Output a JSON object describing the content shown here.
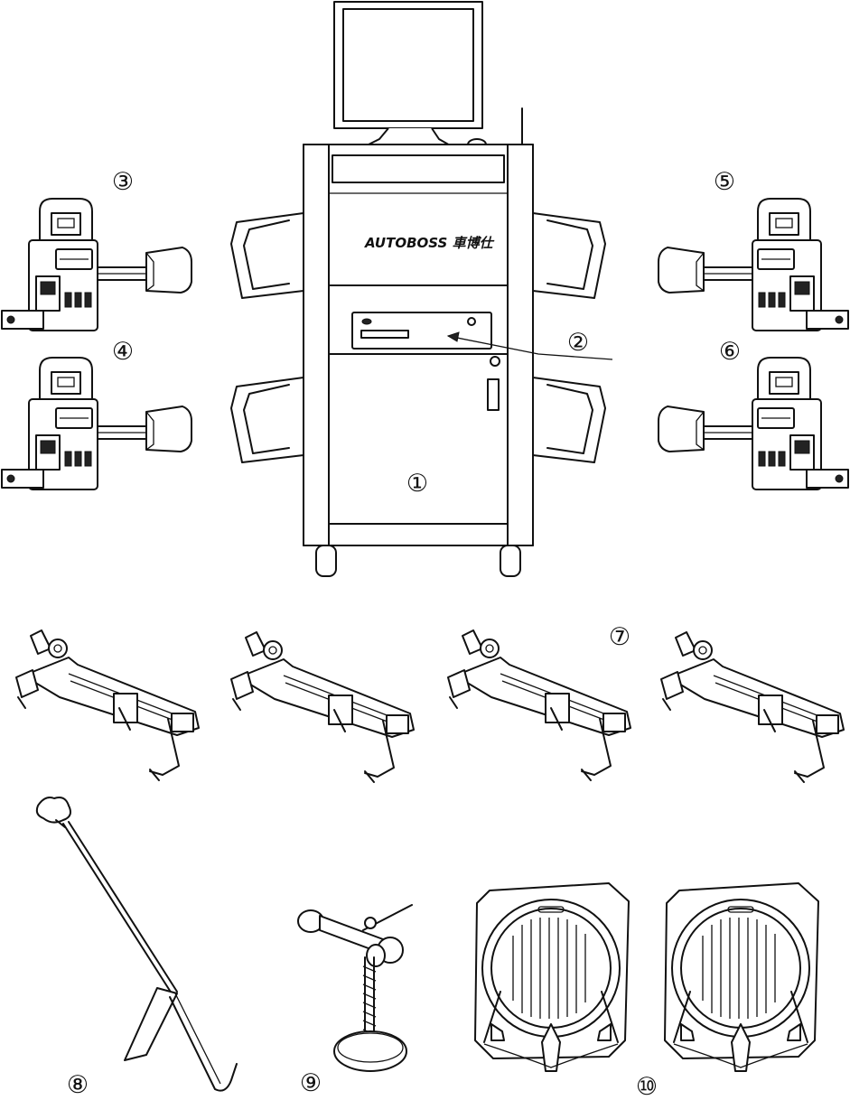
{
  "brand": {
    "name": "AUTOBOSS 車博仕"
  },
  "callouts": [
    {
      "id": "1",
      "label": "①",
      "part": "console-cabinet"
    },
    {
      "id": "2",
      "label": "②",
      "part": "printer"
    },
    {
      "id": "3",
      "label": "③",
      "part": "sensor-head"
    },
    {
      "id": "4",
      "label": "④",
      "part": "sensor-head"
    },
    {
      "id": "5",
      "label": "⑤",
      "part": "sensor-head"
    },
    {
      "id": "6",
      "label": "⑥",
      "part": "sensor-head"
    },
    {
      "id": "7",
      "label": "⑦",
      "part": "wheel-clamps"
    },
    {
      "id": "8",
      "label": "⑧",
      "part": "brake-pedal-depressor"
    },
    {
      "id": "9",
      "label": "⑨",
      "part": "steering-wheel-holder"
    },
    {
      "id": "10",
      "label": "⑩",
      "part": "turntables"
    }
  ]
}
